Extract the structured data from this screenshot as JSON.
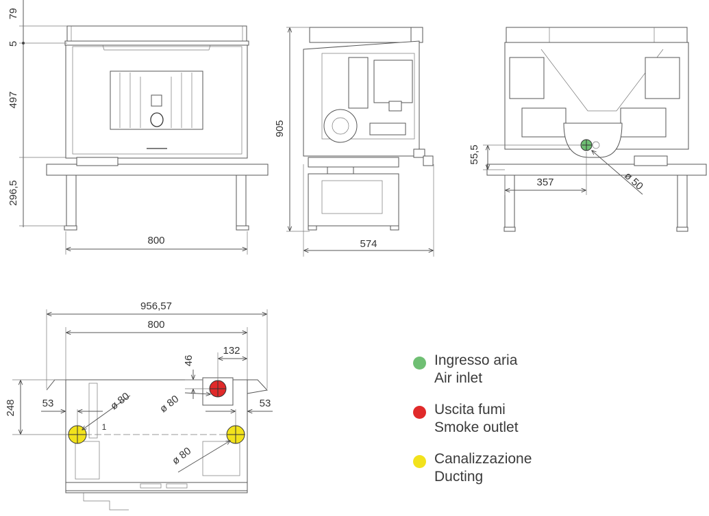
{
  "colors": {
    "air_inlet": "#6fbf73",
    "smoke_outlet": "#e02a2a",
    "ducting": "#f2e21c"
  },
  "front_view": {
    "dim_top": "79",
    "dim_frame": "5",
    "dim_body": "497",
    "dim_legs": "296,5",
    "dim_width": "800"
  },
  "side_view": {
    "dim_height": "905",
    "dim_depth": "574"
  },
  "rear_view": {
    "dim_inlet_height": "55,5",
    "dim_inlet_offset": "357",
    "dim_inlet_diameter": "ø 50"
  },
  "top_view": {
    "dim_overall_width": "956,57",
    "dim_width": "800",
    "dim_outlet_from_edge": "132",
    "dim_outlet_offset": "46",
    "dim_depth": "248",
    "dim_left_offset": "53",
    "dim_right_offset": "53",
    "dim_left_diameter": "ø 80",
    "dim_center_diameter": "ø 80",
    "dim_bottom_diameter": "ø 80",
    "marker_label": "1"
  },
  "legend": [
    {
      "it": "Ingresso aria",
      "en": "Air inlet",
      "color": "#6fbf73"
    },
    {
      "it": "Uscita fumi",
      "en": "Smoke outlet",
      "color": "#e02a2a"
    },
    {
      "it": "Canalizzazione",
      "en": "Ducting",
      "color": "#f2e21c"
    }
  ]
}
